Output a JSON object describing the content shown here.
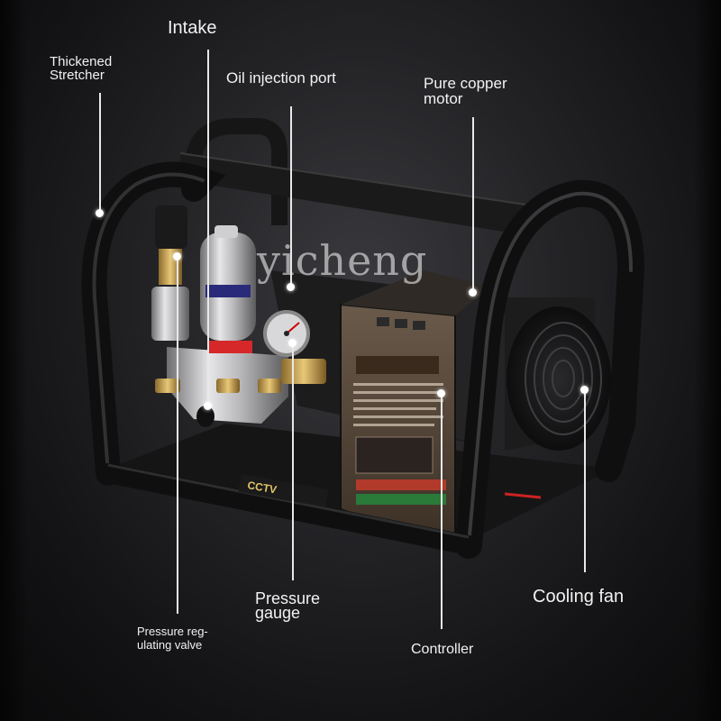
{
  "labels": {
    "intake": "Intake",
    "stretcher": [
      "Thickened",
      "Stretcher"
    ],
    "oil_port": "Oil injection port",
    "copper_motor": [
      "Pure copper",
      "motor"
    ],
    "pressure_gauge": [
      "Pressure",
      "gauge"
    ],
    "cooling_fan": "Cooling fan",
    "regulating_valve": [
      "Pressure reg-",
      "ulating valve"
    ],
    "controller": "Controller"
  },
  "watermark": "yicheng",
  "brand_mark": "CCTV",
  "colors": {
    "background": "#1e1e21",
    "frame": "#141414",
    "label_text": "#f2f2f2"
  }
}
